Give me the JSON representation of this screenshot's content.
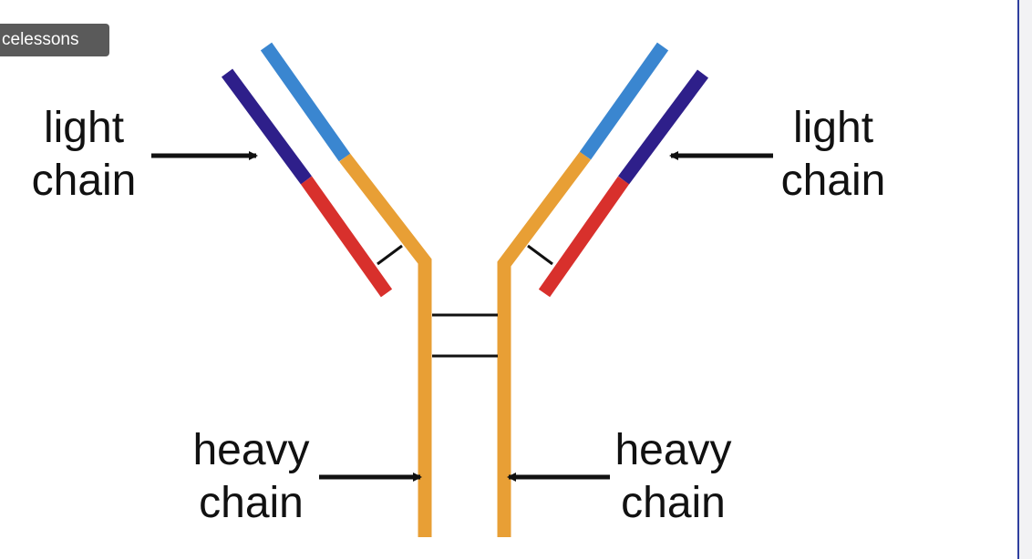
{
  "tooltip": {
    "text": "celessons"
  },
  "labels": {
    "light_left": {
      "line1": "light",
      "line2": "chain"
    },
    "light_right": {
      "line1": "light",
      "line2": "chain"
    },
    "heavy_left": {
      "line1": "heavy",
      "line2": "chain"
    },
    "heavy_right": {
      "line1": "heavy",
      "line2": "chain"
    }
  },
  "colors": {
    "heavy_chain": "#e89f35",
    "light_variable": "#2e1f8a",
    "light_constant": "#d8302c",
    "heavy_variable": "#3a86d0",
    "bond": "#111111",
    "arrow": "#111111",
    "frame_border": "#2f3f9e"
  }
}
